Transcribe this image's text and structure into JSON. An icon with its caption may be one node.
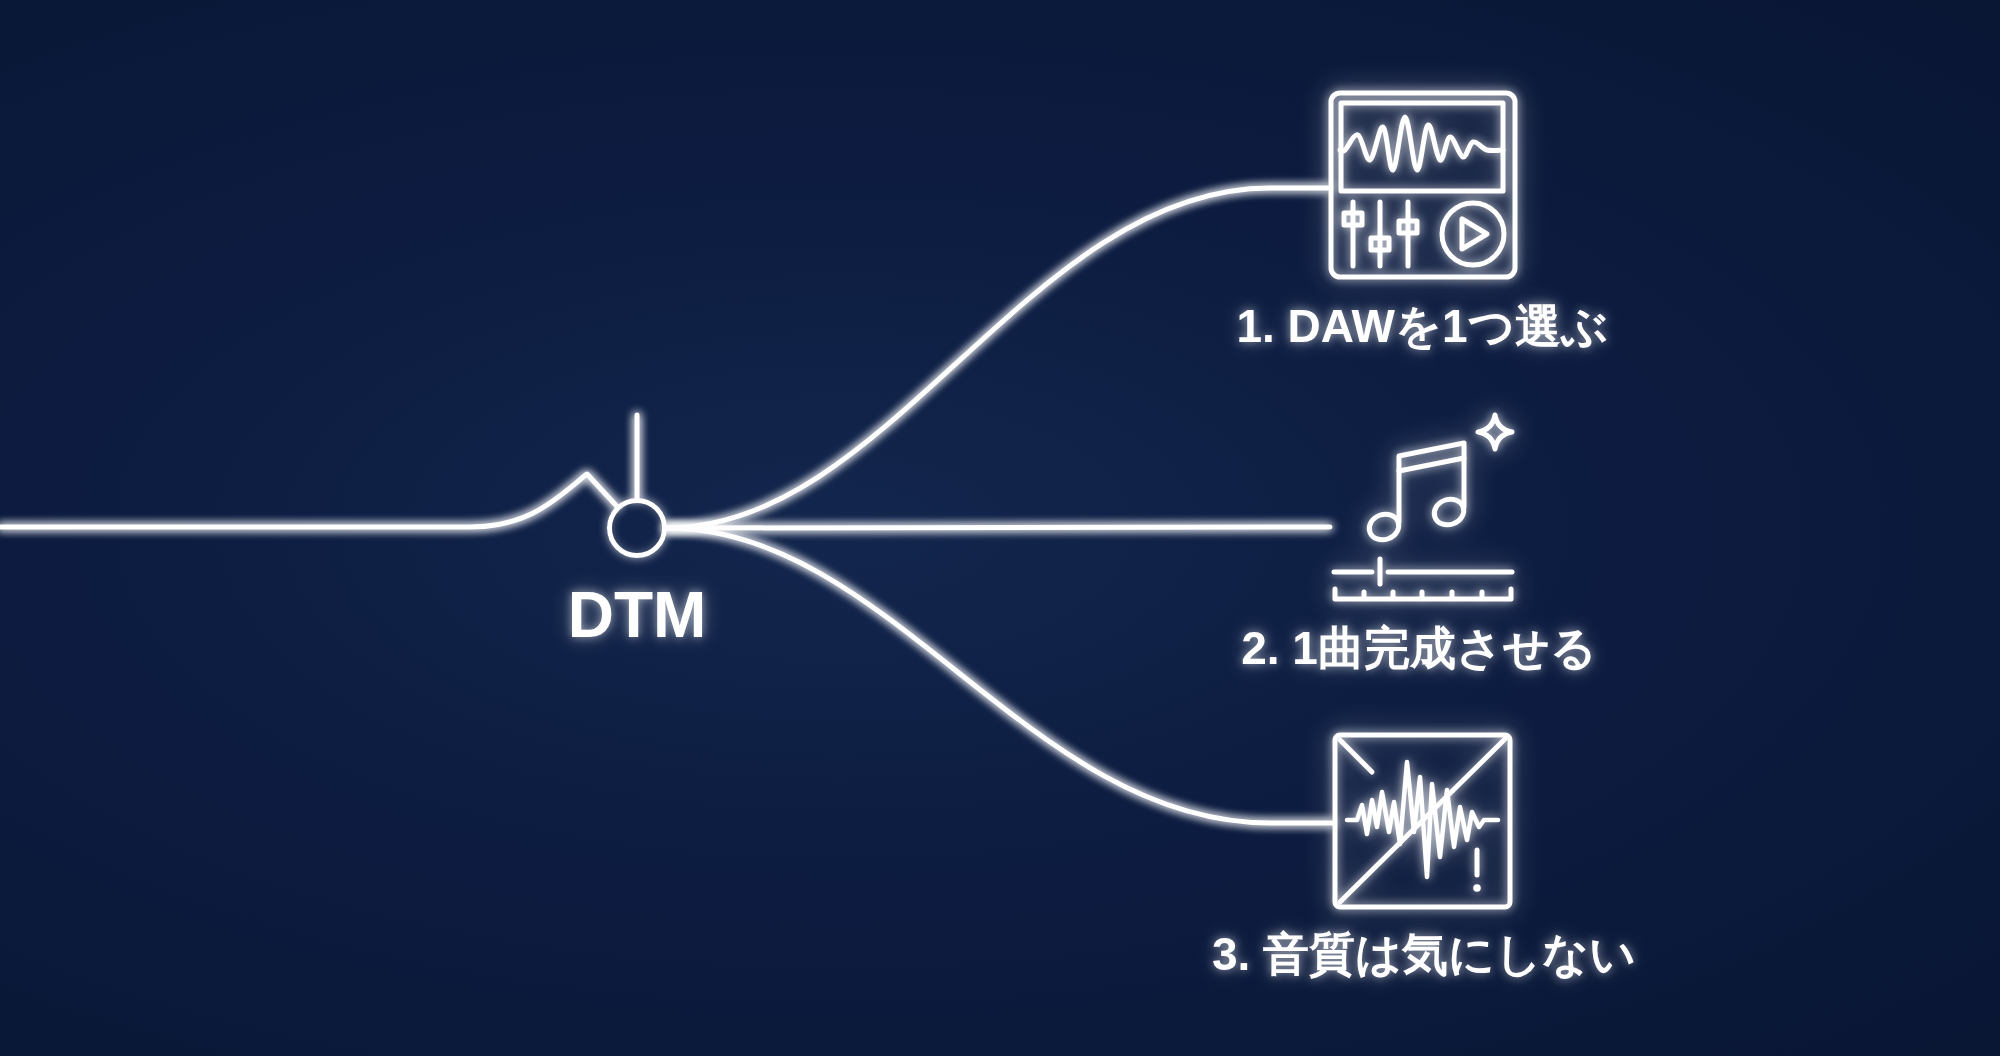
{
  "diagram": {
    "nodes": [
      {
        "text": [],
        "shape": "circle",
        "beside": [
          "DTM"
        ]
      },
      {
        "text": [],
        "shape": "picture",
        "beside": [
          "1. DAWを1つ選ぶ"
        ]
      },
      {
        "text": [],
        "shape": "picture",
        "beside": [
          "2. 1曲完成させる"
        ]
      },
      {
        "text": [],
        "shape": "picture",
        "beside": [
          "3. 音質は気にしない"
        ]
      }
    ],
    "edges": [
      {
        "from": null,
        "to": 0,
        "arrow": "none"
      },
      {
        "from": null,
        "to": 0,
        "arrow": "none"
      },
      {
        "from": 0,
        "to": 1,
        "arrow": "none"
      },
      {
        "from": 0,
        "to": 2,
        "arrow": "none"
      },
      {
        "from": 0,
        "to": 3,
        "arrow": "none"
      }
    ]
  }
}
